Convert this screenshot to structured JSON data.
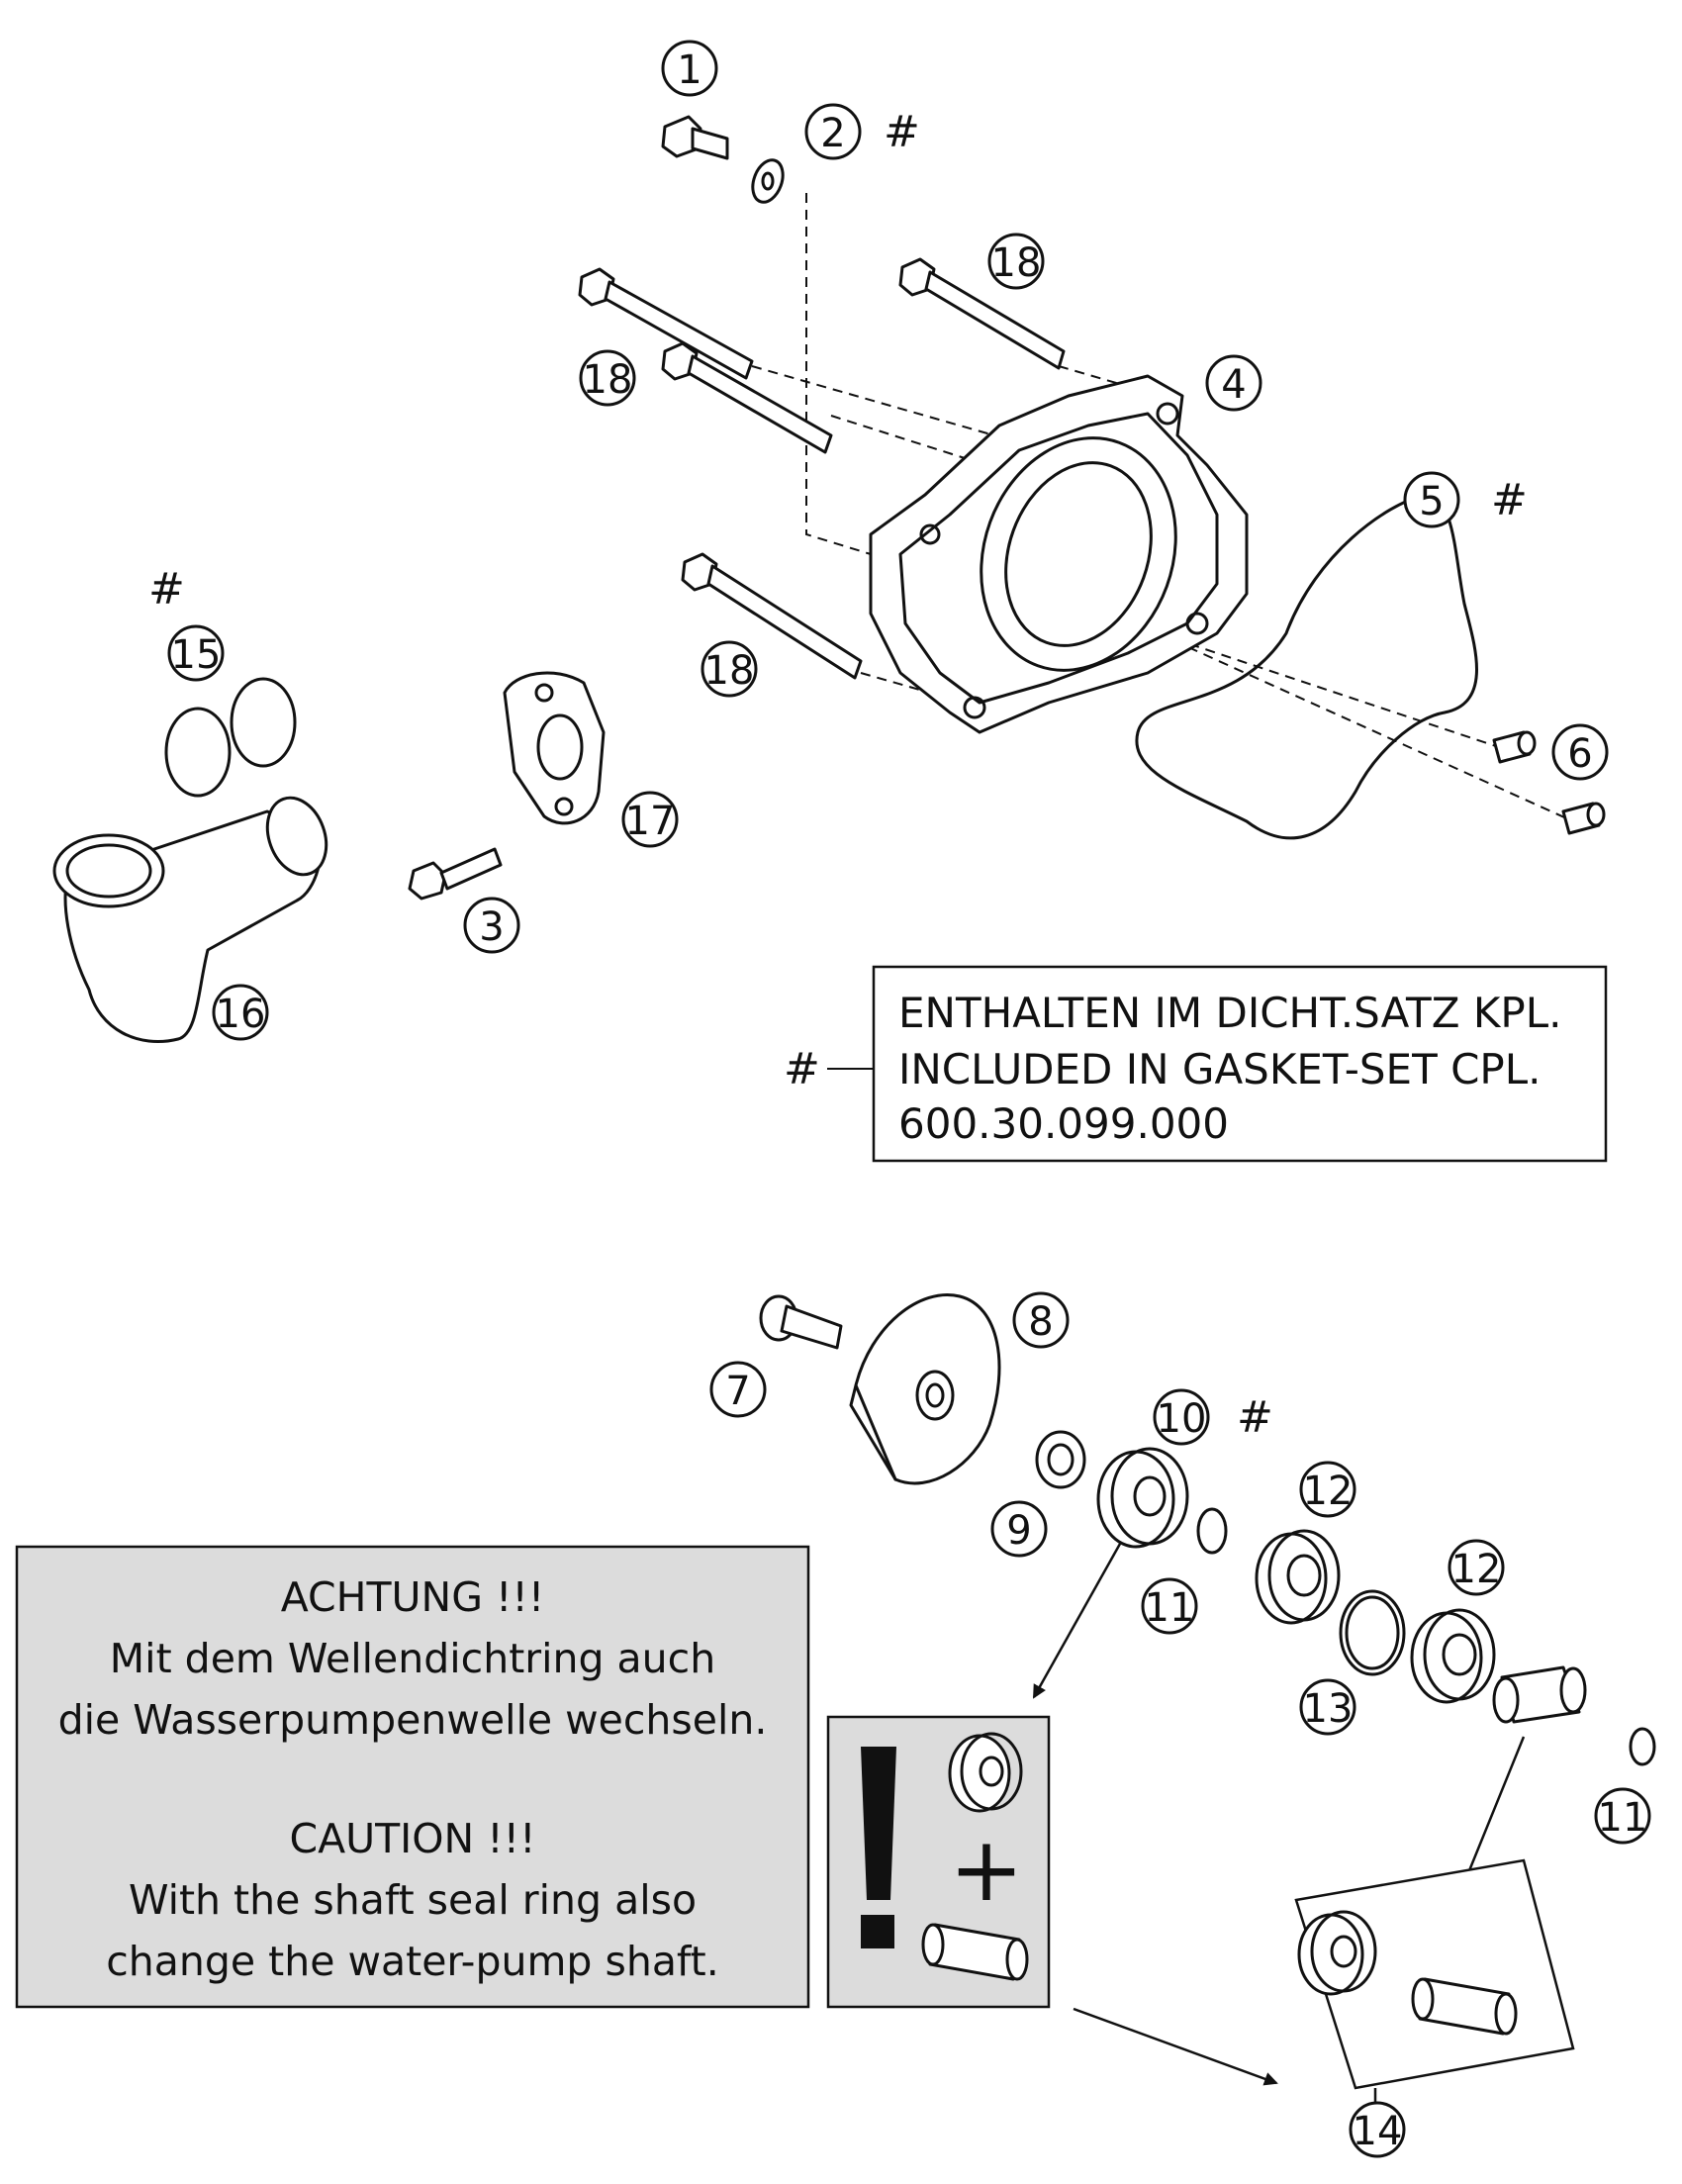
{
  "callouts": [
    {
      "id": "1",
      "hash": false
    },
    {
      "id": "2",
      "hash": true
    },
    {
      "id": "3",
      "hash": false
    },
    {
      "id": "4",
      "hash": false
    },
    {
      "id": "5",
      "hash": true
    },
    {
      "id": "6",
      "hash": false
    },
    {
      "id": "7",
      "hash": false
    },
    {
      "id": "8",
      "hash": false
    },
    {
      "id": "9",
      "hash": false
    },
    {
      "id": "10",
      "hash": true
    },
    {
      "id": "11",
      "hash": false
    },
    {
      "id": "11",
      "hash": false
    },
    {
      "id": "12",
      "hash": false
    },
    {
      "id": "12",
      "hash": false
    },
    {
      "id": "13",
      "hash": false
    },
    {
      "id": "14",
      "hash": false
    },
    {
      "id": "15",
      "hash": true
    },
    {
      "id": "16",
      "hash": false
    },
    {
      "id": "17",
      "hash": false
    },
    {
      "id": "18",
      "hash": false
    },
    {
      "id": "18",
      "hash": false
    },
    {
      "id": "18",
      "hash": false
    }
  ],
  "hash_symbol": "#",
  "gasket_note": {
    "marker": "#",
    "lines": [
      "ENTHALTEN IM DICHT.SATZ KPL.",
      "INCLUDED IN GASKET-SET CPL.",
      "600.30.099.000"
    ]
  },
  "caution_box": {
    "german_title": "ACHTUNG !!!",
    "german_line1": "Mit dem Wellendichtring auch",
    "german_line2": "die Wasserpumpenwelle wechseln.",
    "english_title": "CAUTION !!!",
    "english_line1": "With the shaft seal ring also",
    "english_line2": "change the water-pump shaft."
  },
  "warning_panel": {
    "plus": "+"
  },
  "colors": {
    "panel_fill": "#dcdcdc",
    "line": "#111111"
  }
}
